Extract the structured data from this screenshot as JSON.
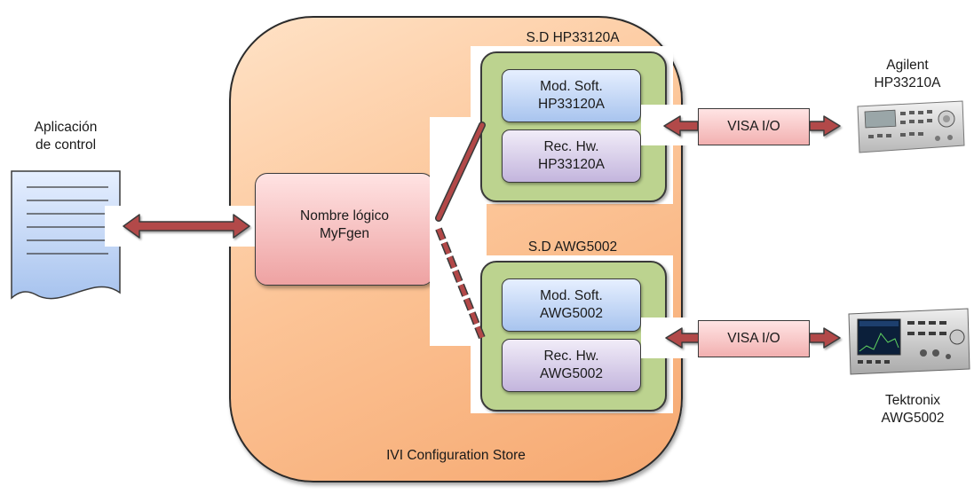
{
  "app_label": {
    "line1": "Aplicación",
    "line2": "de control"
  },
  "store_label": "IVI Configuration Store",
  "logical_name": {
    "line1": "Nombre lógico",
    "line2": "MyFgen"
  },
  "sd1": {
    "title": "S.D HP33120A",
    "mod_soft": {
      "line1": "Mod. Soft.",
      "line2": "HP33120A"
    },
    "rec_hw": {
      "line1": "Rec. Hw.",
      "line2": "HP33120A"
    },
    "visa": "VISA I/O"
  },
  "sd2": {
    "title": "S.D AWG5002",
    "mod_soft": {
      "line1": "Mod. Soft.",
      "line2": "AWG5002"
    },
    "rec_hw": {
      "line1": "Rec. Hw.",
      "line2": "AWG5002"
    },
    "visa": "VISA I/O"
  },
  "instrument1": {
    "line1": "Agilent",
    "line2": "HP33210A"
  },
  "instrument2": {
    "line1": "Tektronix",
    "line2": "AWG5002"
  },
  "colors": {
    "arrow_fill": "#b24848",
    "store_fill": "#fcc598",
    "group_fill": "#bcd38f",
    "software_fill": "#a8c4ee",
    "hardware_fill": "#c3b5dd"
  }
}
